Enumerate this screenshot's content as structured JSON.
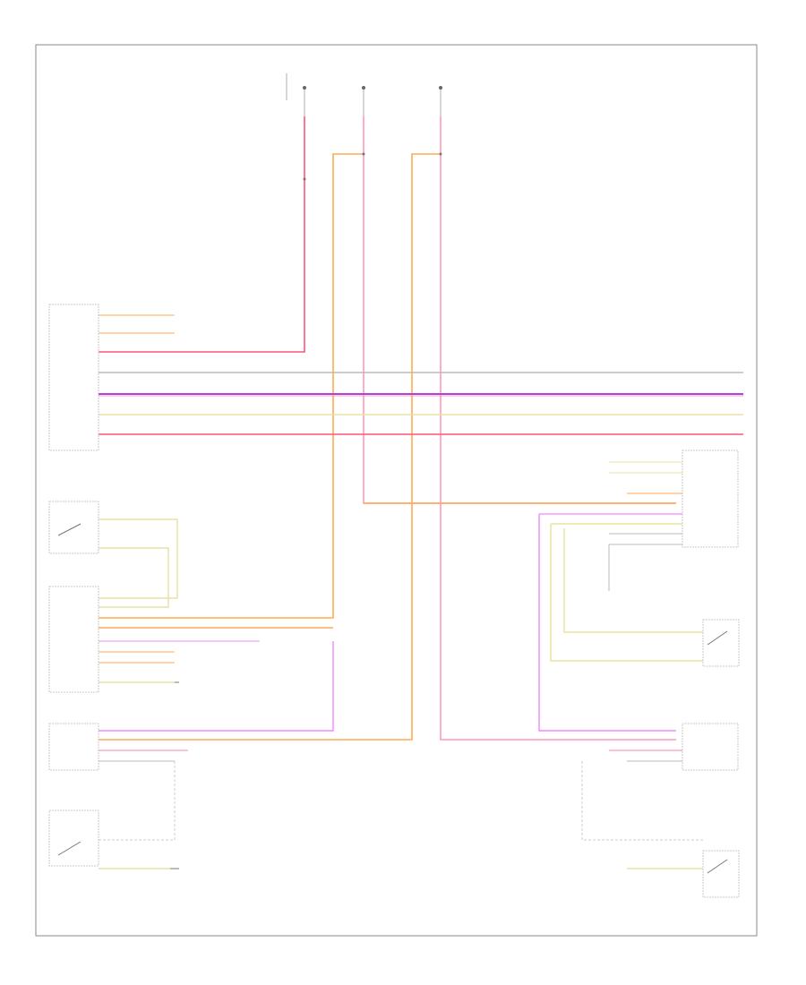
{
  "figure_label": "",
  "colors": {
    "frame": "#888888",
    "component": "#bbbbbb",
    "red_wire": "#ff5577",
    "pink_wire": "#ff99bb",
    "orange_wire": "#ffaa55",
    "purple_wire": "#aa44dd",
    "yellow_wire": "#e8e2a0",
    "grey_wire": "#bbbbbb",
    "violet_wire": "#ee88ff"
  },
  "components": [
    {
      "id": "central-control-module",
      "label": "",
      "sub": ""
    },
    {
      "id": "right-front-door-switch",
      "label": "",
      "sub": ""
    },
    {
      "id": "right-front-door-control-module",
      "label": "",
      "sub": ""
    },
    {
      "id": "right-rear-door-module",
      "label": "",
      "sub": ""
    },
    {
      "id": "right-rear-door-switch",
      "label": "",
      "sub": ""
    },
    {
      "id": "driver-door-control-module",
      "label": "",
      "sub": ""
    },
    {
      "id": "driver-door-switch",
      "label": "",
      "sub": ""
    },
    {
      "id": "left-rear-door-module",
      "label": "",
      "sub": ""
    },
    {
      "id": "left-rear-door-switch",
      "label": "",
      "sub": ""
    }
  ],
  "fuses": [
    {
      "id": "fuse-1",
      "label": ""
    },
    {
      "id": "fuse-2",
      "label": ""
    },
    {
      "id": "fuse-3",
      "label": ""
    }
  ],
  "grounds": [
    {
      "id": "ground-right-front",
      "label": ""
    },
    {
      "id": "ground-right-rear",
      "label": ""
    },
    {
      "id": "ground-driver",
      "label": ""
    },
    {
      "id": "ground-left-rear",
      "label": ""
    }
  ]
}
